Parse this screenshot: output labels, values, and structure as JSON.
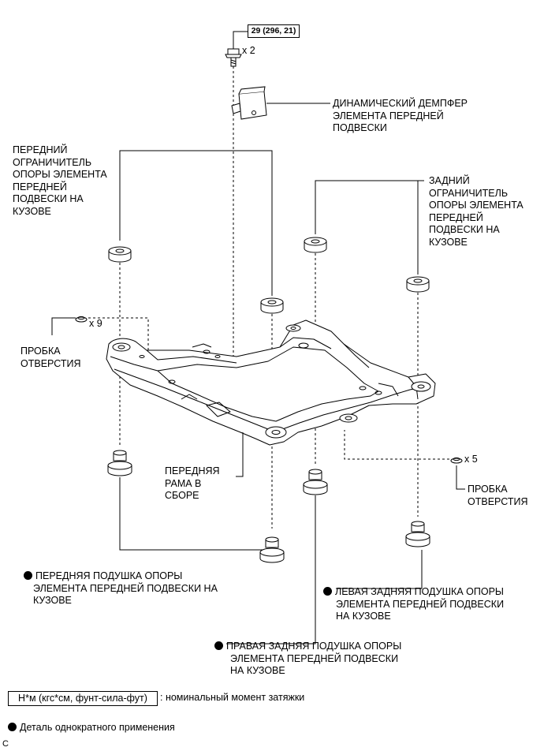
{
  "torque_spec": "29 (296, 21)",
  "bolt_qty": "x 2",
  "plug_front_qty": "x 9",
  "plug_rear_qty": "x 5",
  "labels": {
    "damper": [
      "ДИНАМИЧЕСКИЙ ДЕМПФЕР",
      "ЭЛЕМЕНТА ПЕРЕДНЕЙ",
      "ПОДВЕСКИ"
    ],
    "front_stopper": [
      "ПЕРЕДНИЙ",
      "ОГРАНИЧИТЕЛЬ",
      "ОПОРЫ ЭЛЕМЕНТА",
      "ПЕРЕДНЕЙ",
      "ПОДВЕСКИ НА",
      "КУЗОВЕ"
    ],
    "rear_stopper": [
      "ЗАДНИЙ",
      "ОГРАНИЧИТЕЛЬ",
      "ОПОРЫ ЭЛЕМЕНТА",
      "ПЕРЕДНЕЙ",
      "ПОДВЕСКИ НА",
      "КУЗОВЕ"
    ],
    "hole_plug_left": [
      "ПРОБКА",
      "ОТВЕРСТИЯ"
    ],
    "hole_plug_right": [
      "ПРОБКА",
      "ОТВЕРСТИЯ"
    ],
    "frame": [
      "ПЕРЕДНЯЯ",
      "РАМА В",
      "СБОРЕ"
    ],
    "front_cushion": [
      "ПЕРЕДНЯЯ ПОДУШКА ОПОРЫ",
      "ЭЛЕМЕНТА ПЕРЕДНЕЙ ПОДВЕСКИ НА",
      "КУЗОВЕ"
    ],
    "left_rear_cushion": [
      "ЛЕВАЯ ЗАДНЯЯ ПОДУШКА ОПОРЫ",
      "ЭЛЕМЕНТА ПЕРЕДНЕЙ ПОДВЕСКИ",
      "НА КУЗОВЕ"
    ],
    "right_rear_cushion": [
      "ПРАВАЯ ЗАДНЯЯ ПОДУШКА ОПОРЫ",
      "ЭЛЕМЕНТА ПЕРЕДНЕЙ ПОДВЕСКИ",
      "НА КУЗОВЕ"
    ]
  },
  "legend": {
    "torque_unit": "Н*м (кгс*см, фунт-сила-фут)",
    "torque_desc": ": номинальный момент затяжки",
    "nonreusable": "Деталь однократного применения"
  },
  "corner_mark": "C"
}
